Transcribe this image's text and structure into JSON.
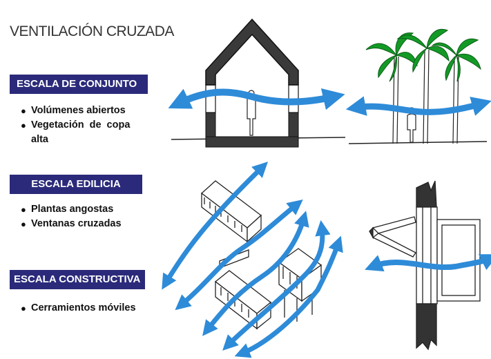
{
  "title": "VENTILACIÓN CRUZADA",
  "sections": [
    {
      "label": "ESCALA DE CONJUNTO",
      "items": [
        "Volúmenes abiertos",
        "Vegetación de copa alta"
      ]
    },
    {
      "label": "ESCALA EDILICIA",
      "items": [
        "Plantas angostas",
        "Ventanas cruzadas"
      ]
    },
    {
      "label": "ESCALA CONSTRUCTIVA",
      "items": [
        "Cerramientos móviles"
      ]
    }
  ],
  "colors": {
    "band": "#2b2a7a",
    "airflow": "#2e8bd8",
    "palm": "#139a26",
    "ink": "#1a1a1a"
  },
  "illustrations": [
    "house-section-sketch",
    "palm-trees-sketch",
    "building-blocks-isometric-sketch",
    "movable-window-detail-sketch"
  ]
}
